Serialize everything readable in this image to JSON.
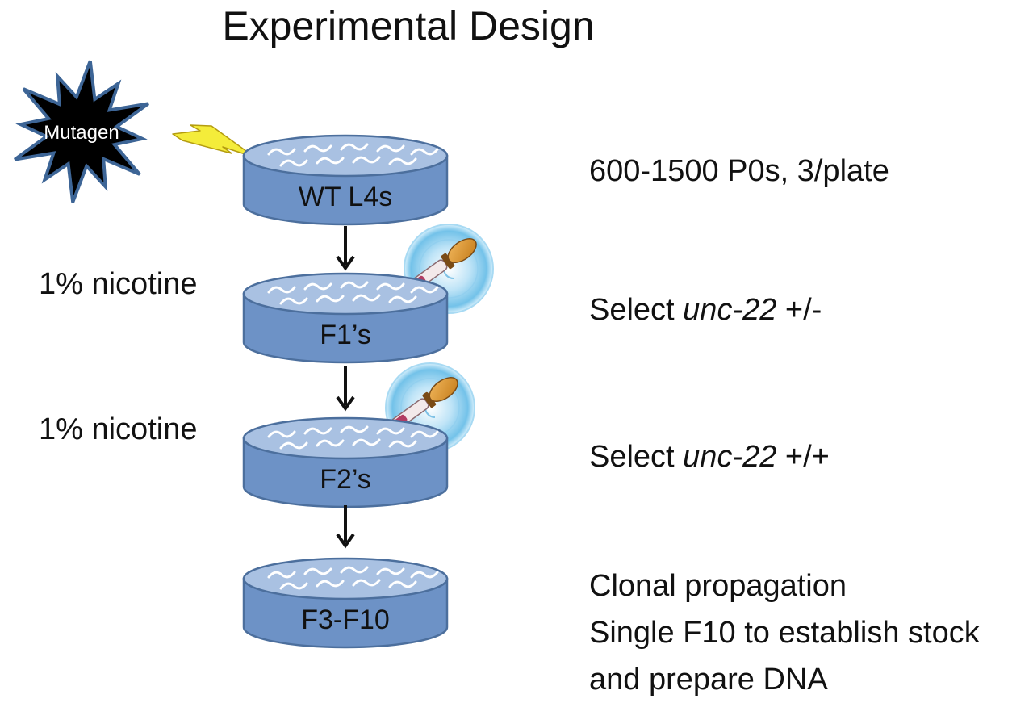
{
  "title": "Experimental Design",
  "mutagen_label": "Mutagen",
  "plates": [
    {
      "label": "WT L4s"
    },
    {
      "label": "F1’s"
    },
    {
      "label": "F2’s"
    },
    {
      "label": "F3-F10"
    }
  ],
  "left_notes": [
    "1% nicotine",
    "1% nicotine"
  ],
  "right_notes": {
    "p0": "600-1500 P0s, 3/plate",
    "f1": {
      "prefix": "Select ",
      "gene": "unc-22",
      "suffix": " +/-"
    },
    "f2": {
      "prefix": "Select ",
      "gene": "unc-22",
      "suffix": " +/+"
    },
    "f3": [
      "Clonal propagation",
      "Single F10 to establish stock",
      "and prepare DNA"
    ]
  },
  "colors": {
    "plate_fill": "#6d92c6",
    "plate_top": "#a9c1e2",
    "plate_stroke": "#4c6f9d",
    "mutagen_fill": "#000000",
    "mutagen_stroke": "#3d6596",
    "lightning": "#f4ec3a",
    "arrow": "#111111"
  },
  "icons": [
    "mutagen-burst-icon",
    "lightning-bolt-icon",
    "worm-icon",
    "dropper-icon",
    "down-arrow-icon"
  ]
}
